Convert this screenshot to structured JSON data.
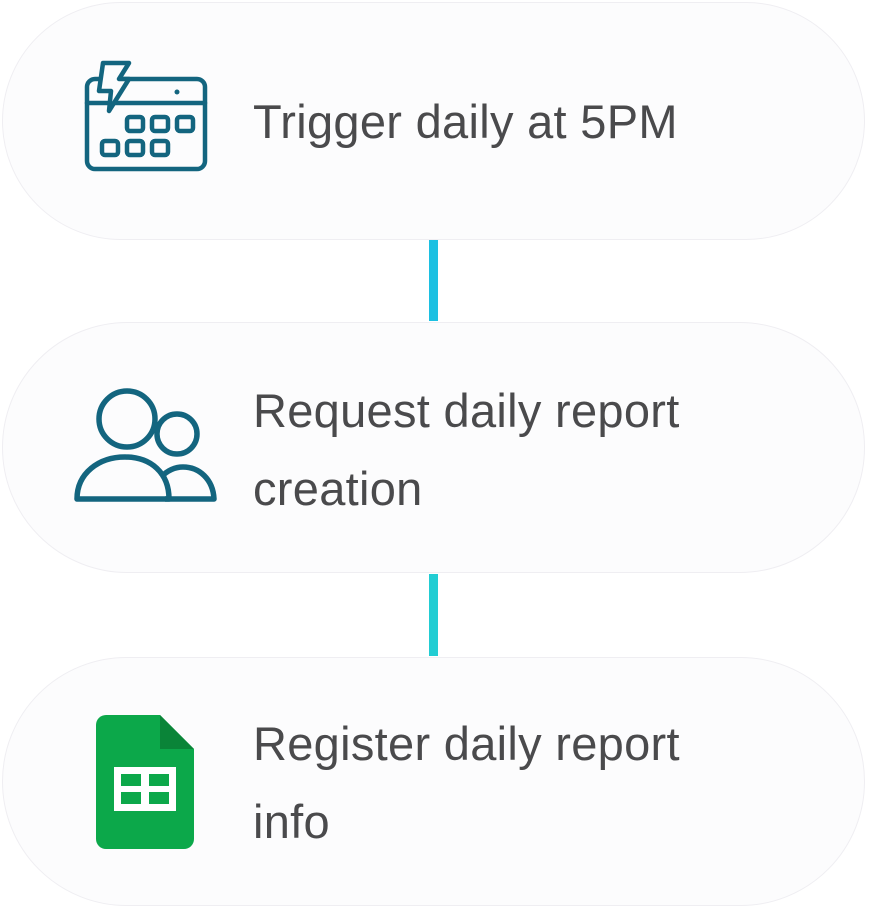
{
  "flow": {
    "steps": [
      {
        "label": "Trigger daily at 5PM",
        "icon": "calendar-lightning-icon"
      },
      {
        "label": "Request daily report\ncreation",
        "icon": "users-icon"
      },
      {
        "label": "Register daily report\ninfo",
        "icon": "google-sheets-icon"
      }
    ],
    "connectors": [
      {
        "color": "#1cc0e2"
      },
      {
        "color": "#22cdd3"
      }
    ]
  },
  "colors": {
    "icon_teal": "#13657f",
    "sheets_green": "#0ca84a",
    "sheets_fold": "#0a8438",
    "card_bg": "#fcfcfd",
    "card_border": "#efeef2",
    "text": "#4a4a4c"
  }
}
